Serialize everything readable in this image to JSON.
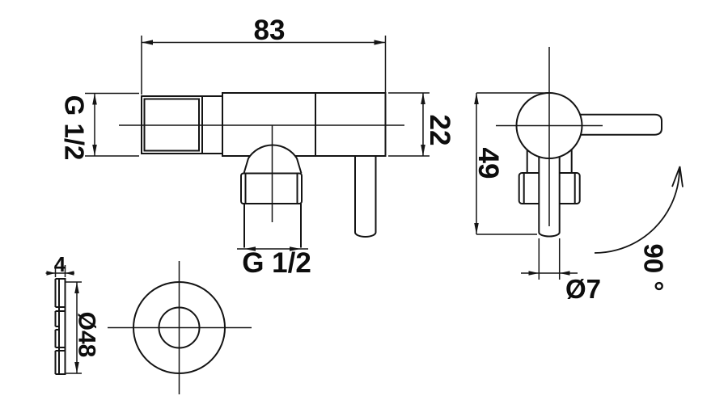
{
  "colors": {
    "ink": "#141414",
    "background": "#ffffff"
  },
  "views": {
    "front": {
      "dims": {
        "body_length": {
          "label": "83"
        },
        "body_height": {
          "label": "22"
        },
        "inlet_thread": {
          "label": "G 1/2"
        },
        "outlet_thread": {
          "label": "G 1/2"
        }
      }
    },
    "side": {
      "dims": {
        "overall_height": {
          "label": "49"
        },
        "lever_diameter": {
          "label": "Ø7"
        },
        "lever_rotation": {
          "label": "90 °"
        }
      }
    },
    "flange": {
      "dims": {
        "thickness": {
          "label": "4"
        },
        "diameter": {
          "label": "Ø48"
        }
      }
    }
  }
}
